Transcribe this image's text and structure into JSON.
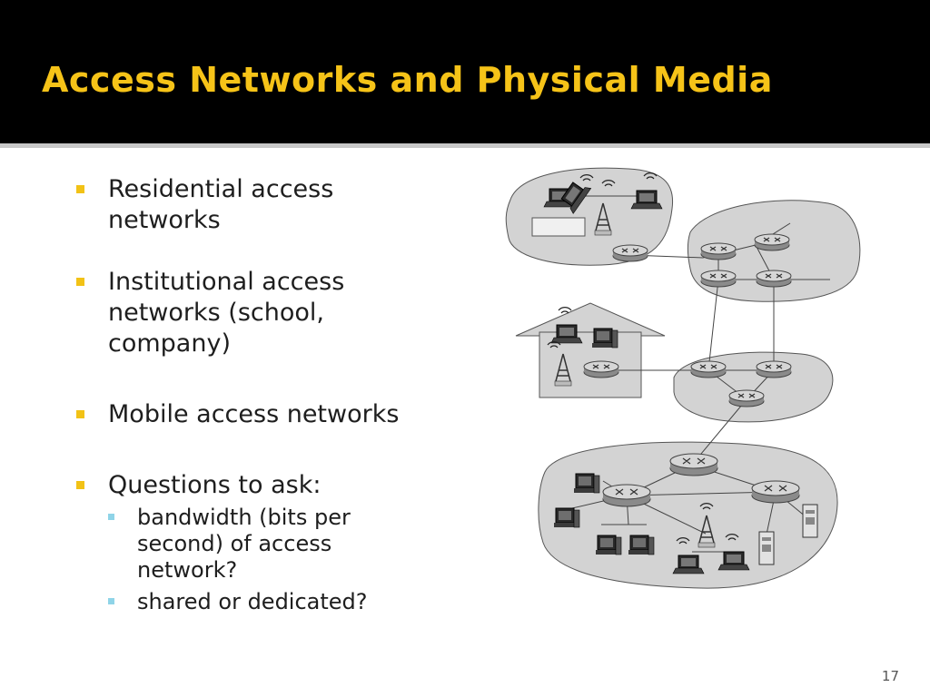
{
  "slide": {
    "title": "Access Networks and Physical Media",
    "page_number": "17"
  },
  "bullets": [
    {
      "text": "Residential access networks"
    },
    {
      "text": "Institutional access networks (school, company)"
    },
    {
      "text": "Mobile access networks"
    },
    {
      "text": "Questions to ask:",
      "sub": [
        {
          "text": "bandwidth (bits per second) of access network?"
        },
        {
          "text": "shared or dedicated?"
        }
      ]
    }
  ],
  "colors": {
    "title": "#f6c318",
    "bullet_marker": "#f2c216",
    "sub_marker": "#8fd4e8",
    "network_cloud": "#d3d3d3"
  }
}
